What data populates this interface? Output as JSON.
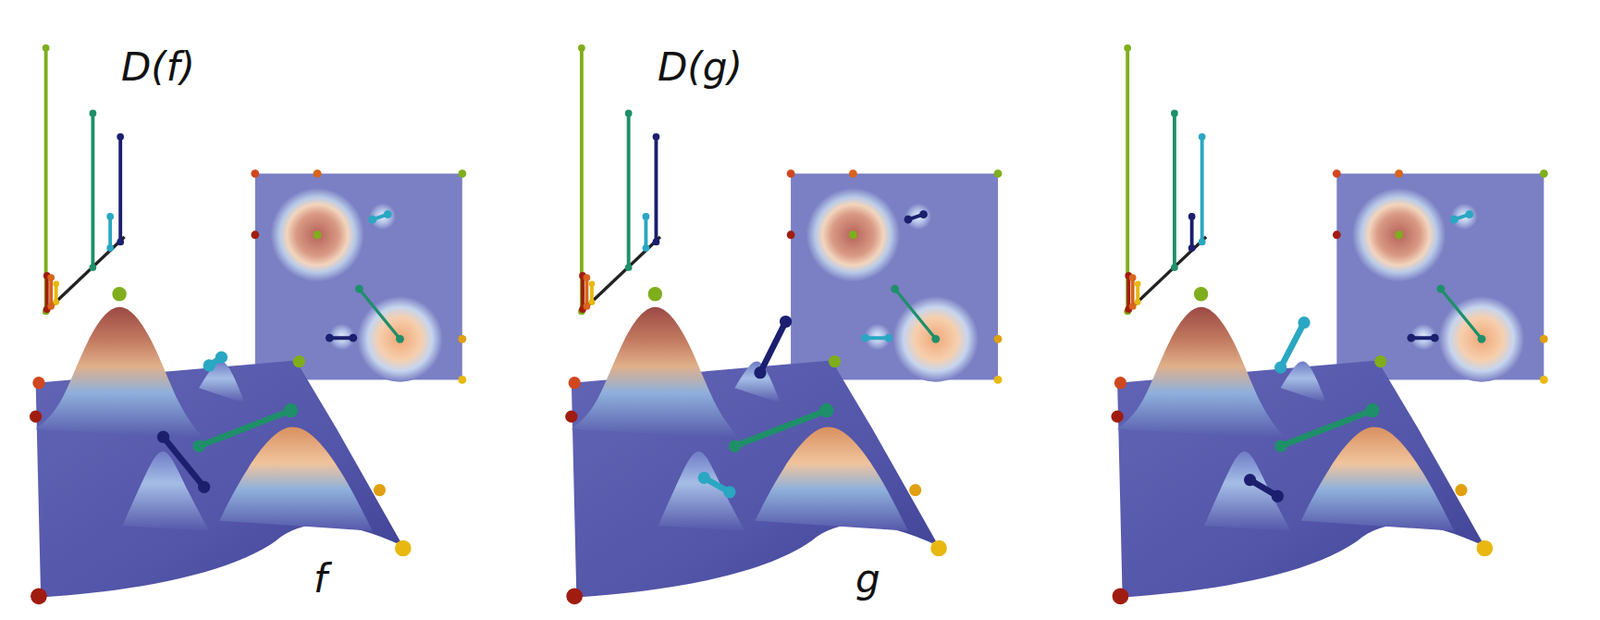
{
  "diagram": {
    "labels": [
      "D(f)",
      "f",
      "D(g)",
      "g"
    ]
  }
}
